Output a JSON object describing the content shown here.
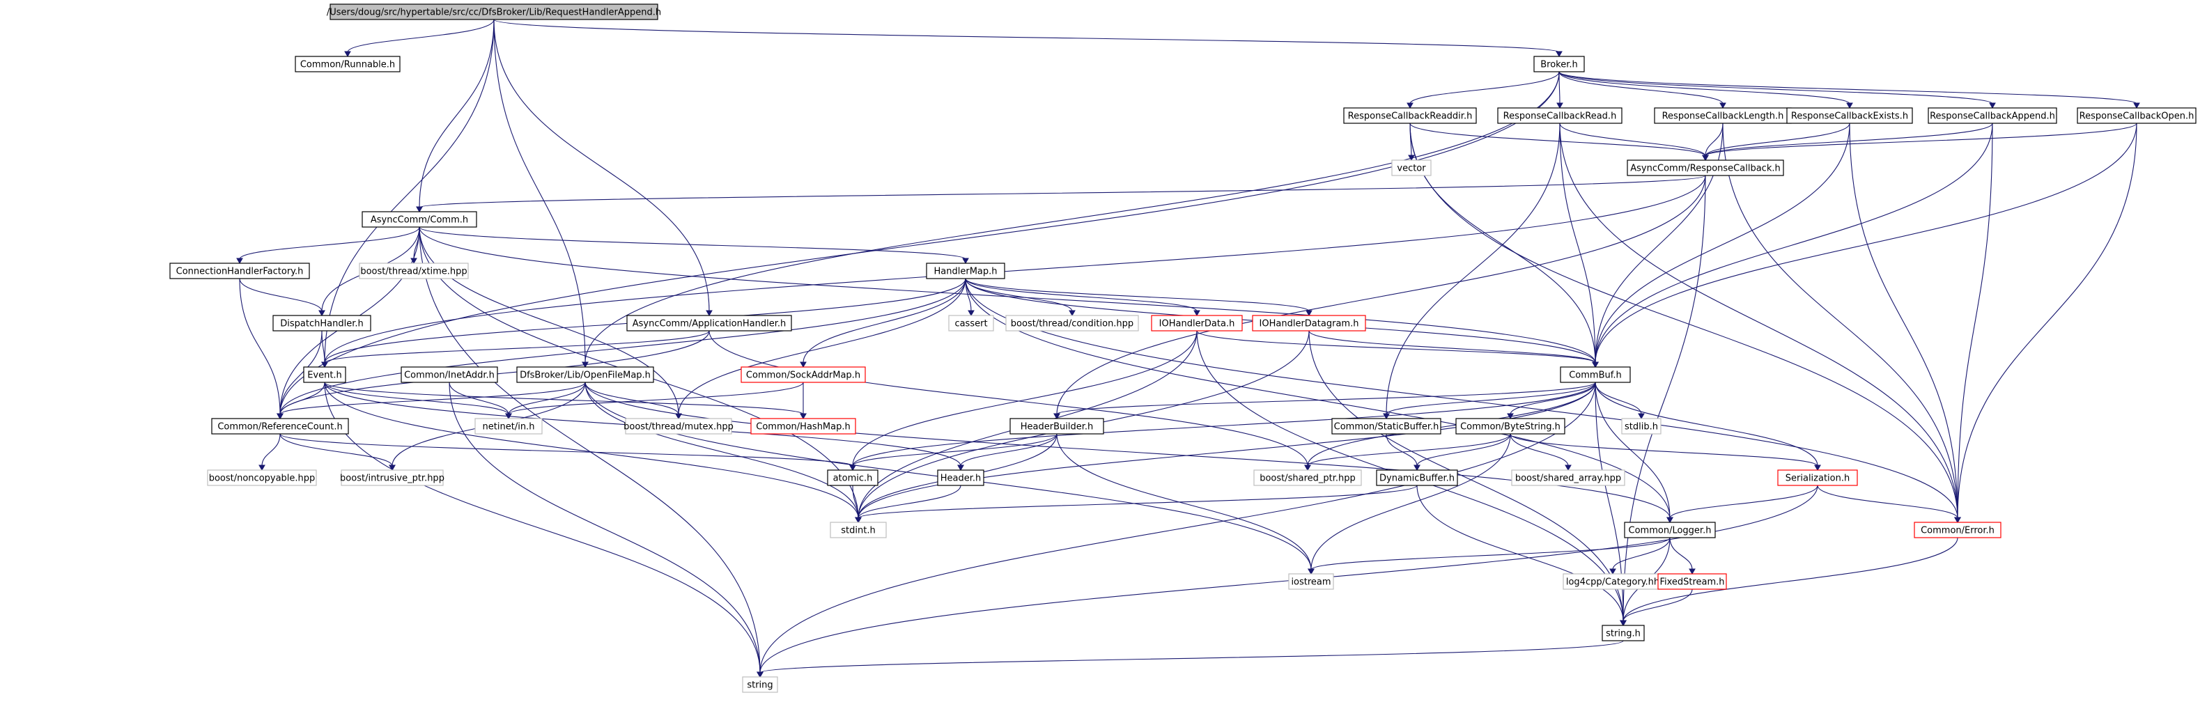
{
  "graph": {
    "colors": {
      "edge": "#191970",
      "root_fill": "#bfbfbf",
      "normal_border": "#000000",
      "undocumented_border": "#ff0000",
      "external_border": "#bfbfbf"
    },
    "nodes": {
      "root": "/Users/doug/src/hypertable/src/cc/DfsBroker/Lib/RequestHandlerAppend.h",
      "runnable": "Common/Runnable.h",
      "broker": "Broker.h",
      "rcb_readdir": "ResponseCallbackReaddir.h",
      "rcb_read": "ResponseCallbackRead.h",
      "rcb_length": "ResponseCallbackLength.h",
      "rcb_exists": "ResponseCallbackExists.h",
      "rcb_append": "ResponseCallbackAppend.h",
      "rcb_open": "ResponseCallbackOpen.h",
      "vector": "vector",
      "async_rcb": "AsyncComm/ResponseCallback.h",
      "comm": "AsyncComm/Comm.h",
      "conn_factory": "ConnectionHandlerFactory.h",
      "xtime": "boost/thread/xtime.hpp",
      "handler_map": "HandlerMap.h",
      "dispatch": "DispatchHandler.h",
      "app_handler": "AsyncComm/ApplicationHandler.h",
      "cassert": "cassert",
      "condition": "boost/thread/condition.hpp",
      "io_data": "IOHandlerData.h",
      "io_dgram": "IOHandlerDatagram.h",
      "event": "Event.h",
      "inetaddr": "Common/InetAddr.h",
      "openfilemap": "DfsBroker/Lib/OpenFileMap.h",
      "sockaddrmap": "Common/SockAddrMap.h",
      "commbuf": "CommBuf.h",
      "refcount": "Common/ReferenceCount.h",
      "netinet": "netinet/in.h",
      "mutex": "boost/thread/mutex.hpp",
      "hashmap": "Common/HashMap.h",
      "headerbuilder": "HeaderBuilder.h",
      "staticbuffer": "Common/StaticBuffer.h",
      "bytestring": "Common/ByteString.h",
      "stdlib": "stdlib.h",
      "noncopyable": "boost/noncopyable.hpp",
      "intrusive": "boost/intrusive_ptr.hpp",
      "atomic": "atomic.h",
      "header": "Header.h",
      "sharedptr": "boost/shared_ptr.hpp",
      "dynbuf": "DynamicBuffer.h",
      "sharedarray": "boost/shared_array.hpp",
      "serialization": "Serialization.h",
      "stdint": "stdint.h",
      "logger": "Common/Logger.h",
      "error": "Common/Error.h",
      "iostream": "iostream",
      "category": "log4cpp/Category.hh",
      "fixedstream": "FixedStream.h",
      "stringh": "string.h",
      "string": "string"
    }
  }
}
